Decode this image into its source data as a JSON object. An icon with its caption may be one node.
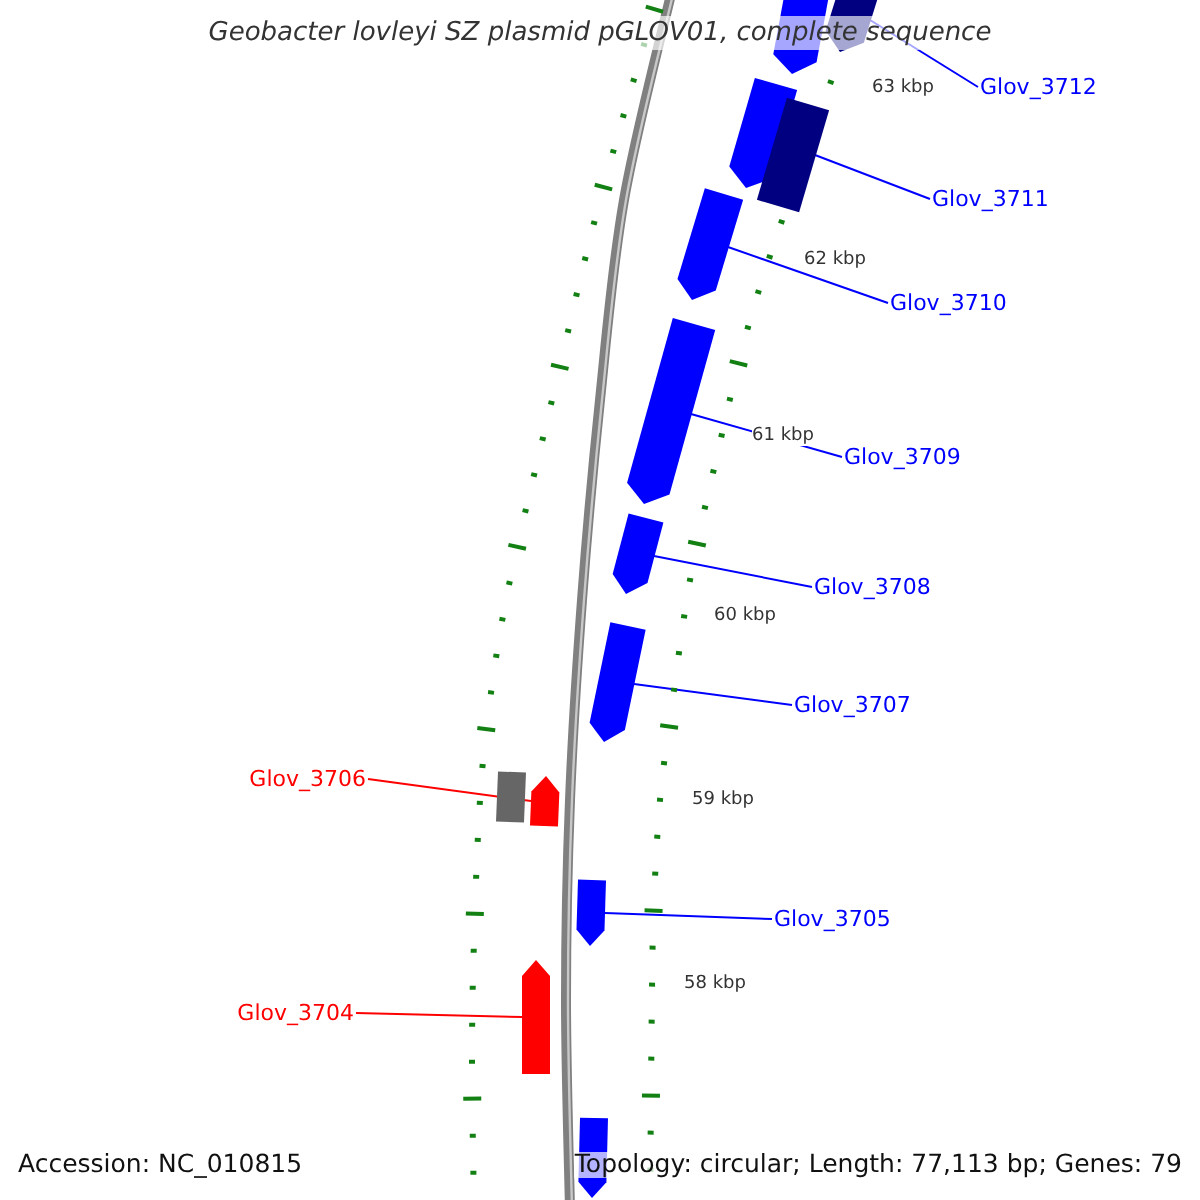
{
  "diagram": {
    "title": "Geobacter lovleyi SZ plasmid pGLOV01, complete sequence",
    "nodes": [
      {
        "text": [],
        "shape": "bar"
      },
      {
        "text": [],
        "shape": "bar"
      },
      {
        "text": [],
        "shape": "bar"
      },
      {
        "text": [],
        "shape": "bar"
      },
      {
        "text": [],
        "shape": "bar"
      },
      {
        "text": [],
        "shape": "bar"
      },
      {
        "text": [],
        "shape": "bar"
      },
      {
        "text": [],
        "shape": "bar"
      },
      {
        "text": [],
        "shape": "bar"
      },
      {
        "text": [],
        "shape": "bar"
      },
      {
        "text": [],
        "shape": "bar"
      },
      {
        "text": [],
        "shape": "bar"
      },
      {
        "text": [],
        "shape": "bar"
      },
      {
        "text": [
          "Glov_3712"
        ]
      },
      {
        "text": [
          "Glov_3711"
        ]
      },
      {
        "text": [
          "Glov_3710"
        ]
      },
      {
        "text": [
          "Glov_3709"
        ]
      },
      {
        "text": [
          "Glov_3708"
        ]
      },
      {
        "text": [
          "Glov_3707"
        ]
      },
      {
        "text": [
          "Glov_3706"
        ]
      },
      {
        "text": [
          "Glov_3705"
        ]
      },
      {
        "text": [
          "Glov_3704"
        ]
      }
    ],
    "edges": [
      {
        "from": 13,
        "to": 1,
        "arrow": "none"
      },
      {
        "from": 14,
        "to": 3,
        "arrow": "none"
      },
      {
        "from": 15,
        "to": 4,
        "arrow": "none"
      },
      {
        "from": 16,
        "to": 5,
        "arrow": "none"
      },
      {
        "from": 17,
        "to": 6,
        "arrow": "none"
      },
      {
        "from": 18,
        "to": 7,
        "arrow": "none"
      },
      {
        "from": 19,
        "to": 9,
        "arrow": "none",
        "color": "#ff0000"
      },
      {
        "from": 20,
        "to": 10,
        "arrow": "none"
      },
      {
        "from": 21,
        "to": 11,
        "arrow": "none",
        "color": "#ff0000"
      }
    ],
    "labels": [
      "63 kbp",
      "62 kbp",
      "61 kbp",
      "60 kbp",
      "59 kbp",
      "58 kbp",
      "Accession: NC_010815",
      "Topology: circular; Length: 77,113 bp; Genes: 79"
    ]
  }
}
